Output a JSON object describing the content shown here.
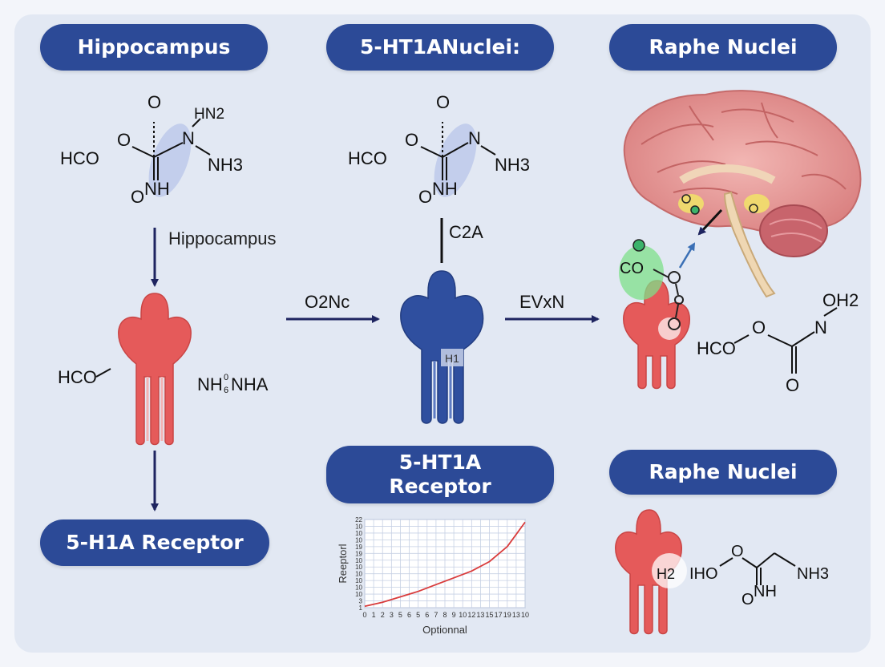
{
  "colors": {
    "background": "#e2e8f3",
    "pill": "#2c4a97",
    "arrow": "#1e2460",
    "receptor_red": "#e55a5a",
    "receptor_blue": "#2f4f9f",
    "brain_pink": "#e99a9a"
  },
  "pills": {
    "hippocampus": "Hippocampus",
    "nuclei_top": "5-HT1ANuclei:",
    "raphe_top": "Raphe Nuclei",
    "receptor_center_line1": "5-HT1A",
    "receptor_center_line2": "Receptor",
    "raphe_bottom": "Raphe Nuclei",
    "receptor_left": "5-H1A Receptor"
  },
  "labels": {
    "hippocampus_arrow": "Hippocampus",
    "arrow_left_mid": "O2Nc",
    "arrow_right_mid": "EVxN",
    "blue_top": "C2A",
    "blue_tag": "H1",
    "left_hco": "HCO",
    "left_nh": "NH",
    "left_nh_super": "0",
    "left_nh_sub": "6",
    "left_nha": "NHA",
    "bottom_right_h2": "H2"
  },
  "molecules": {
    "mol1": {
      "o_top": "O",
      "hn2": "HN2",
      "hco": "HCO",
      "n": "N",
      "nh3": "NH3",
      "onh": "NH",
      "o_small": "O"
    },
    "mol2": {
      "o_top": "O",
      "hco": "HCO",
      "n": "N",
      "nh3": "NH3",
      "onh": "NH",
      "o_small": "O"
    },
    "mol3": {
      "oh2": "OH2",
      "n": "N",
      "hco": "HCO",
      "o_bottom": "O",
      "o_link": "O"
    },
    "mol4": {
      "iho": "IHO",
      "o": "O",
      "nh3": "NH3",
      "onh": "NH",
      "o_small": "O"
    },
    "brain_overlay": {
      "co": "CO"
    }
  },
  "chart_data": {
    "type": "line",
    "title": "",
    "xlabel": "Optionnal",
    "ylabel": "Reeptorl",
    "x_ticks": [
      "0",
      "1",
      "2",
      "3",
      "5",
      "6",
      "5",
      "6",
      "7",
      "8",
      "9",
      "10",
      "12",
      "13",
      "15",
      "17",
      "19",
      "13",
      "10"
    ],
    "y_ticks": [
      "22",
      "10",
      "10",
      "10",
      "19",
      "19",
      "10",
      "10",
      "10",
      "10",
      "10",
      "10",
      "3",
      "1"
    ],
    "xlim": [
      0,
      18
    ],
    "ylim": [
      0,
      13
    ],
    "grid": true,
    "series": [
      {
        "values": [
          [
            0,
            0.2
          ],
          [
            2,
            0.8
          ],
          [
            4,
            1.6
          ],
          [
            6,
            2.4
          ],
          [
            8,
            3.4
          ],
          [
            10,
            4.4
          ],
          [
            12,
            5.4
          ],
          [
            14,
            6.8
          ],
          [
            16,
            9.0
          ],
          [
            18,
            12.6
          ]
        ]
      }
    ]
  }
}
